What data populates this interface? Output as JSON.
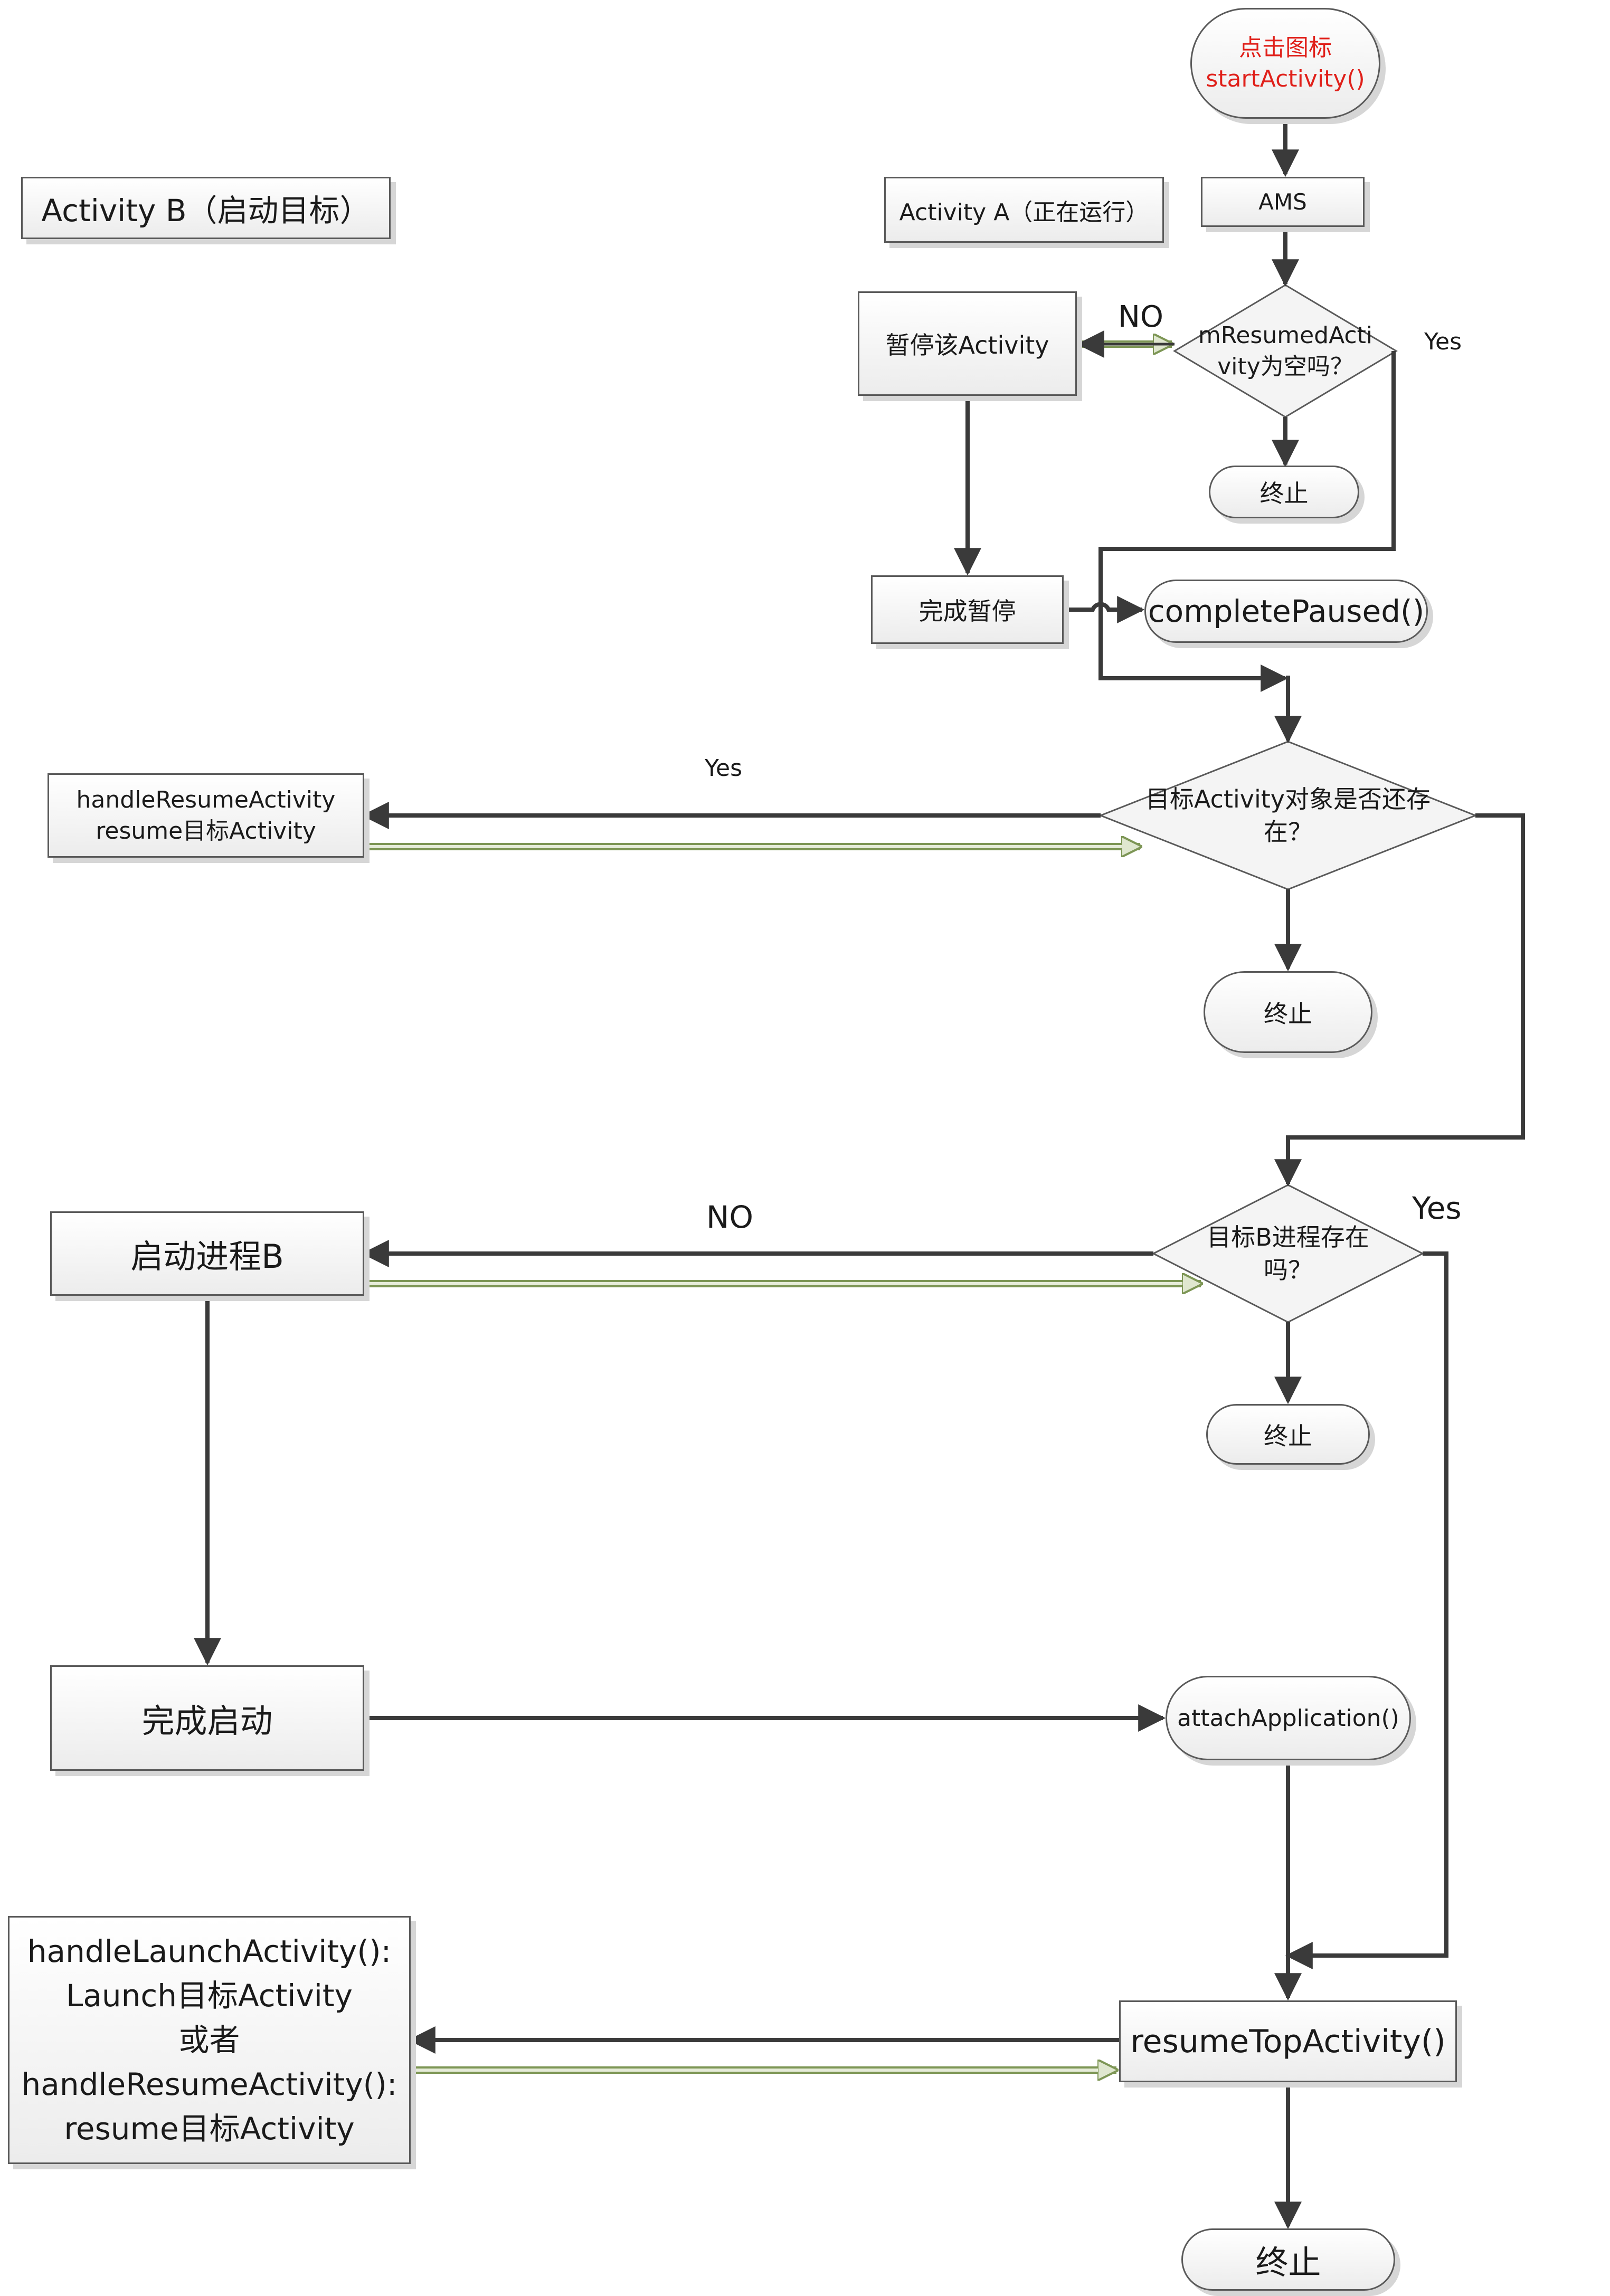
{
  "nodes": {
    "click_icon": "点击图标\nstartActivity()",
    "ams": "AMS",
    "activity_b_title": "Activity B（启动目标）",
    "activity_a_title": "Activity A（正在运行）",
    "resumed_activity_check": "mResumedActi\nvity为空吗？",
    "pause_activity": "暂停该Activity",
    "end_1": "终止",
    "complete_pause": "完成暂停",
    "complete_paused": "completePaused()",
    "handle_resume": "handleResumeActivity\nresume目标Activity",
    "target_exists_check": "目标Activity对象是否还存\n在？",
    "end_2": "终止",
    "start_process_b": "启动进程B",
    "process_b_exists_check": "目标B进程存在\n吗？",
    "end_3": "终止",
    "complete_start": "完成启动",
    "attach_application": "attachApplication()",
    "launch_or_resume": "handleLaunchActivity():\nLaunch目标Activity\n或者\nhandleResumeActivity():\nresume目标Activity",
    "resume_top_activity": "resumeTopActivity()",
    "end_4": "终止"
  },
  "edge_labels": {
    "no_1": "NO",
    "yes_1": "Yes",
    "yes_2": "Yes",
    "no_2": "NO",
    "yes_3": "Yes"
  },
  "colors": {
    "line": "#3a3a3a",
    "node_border": "#5a5a5a",
    "return_arrow": "#8fa867",
    "start_text": "#e0201a"
  }
}
